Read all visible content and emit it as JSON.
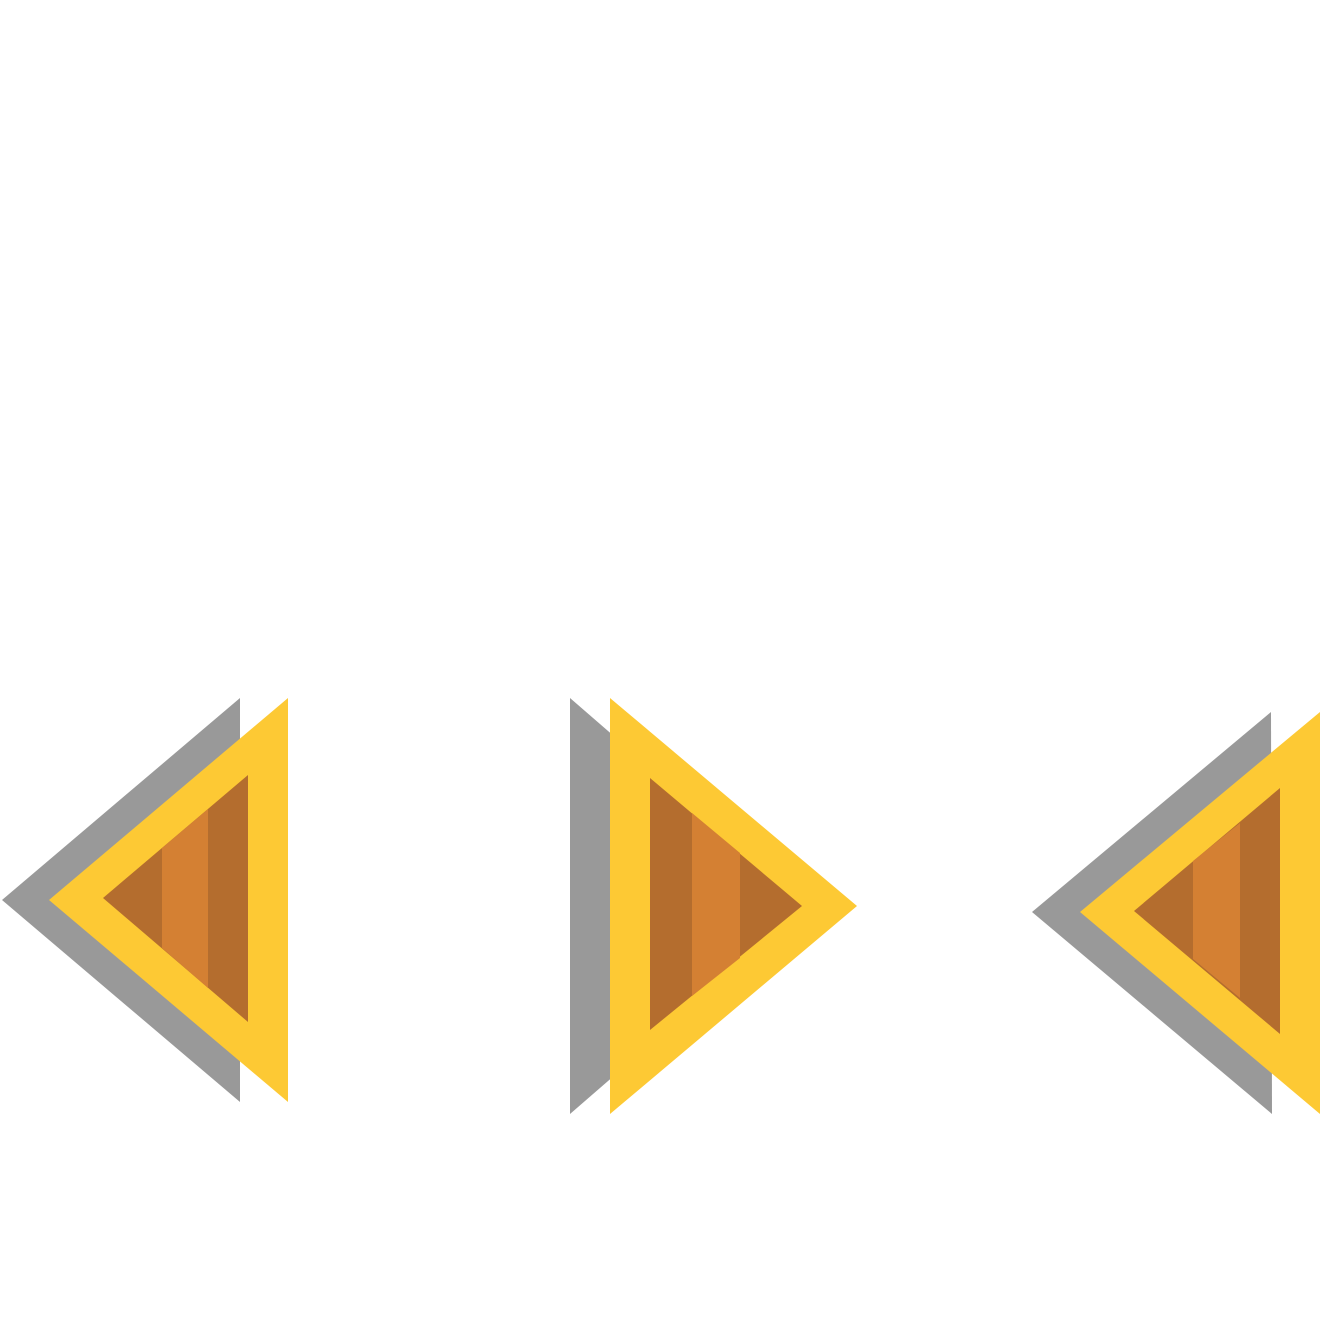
{
  "colors": {
    "background": "#ffffff",
    "shadow": "#999999",
    "outline": "#fdc934",
    "stripe_dark": "#b46d2e",
    "stripe_light": "#d48033"
  },
  "icons": [
    {
      "name": "left-arrow-icon",
      "direction": "left",
      "interactable": true
    },
    {
      "name": "right-arrow-icon",
      "direction": "right",
      "interactable": true
    },
    {
      "name": "left-arrow-icon",
      "direction": "left",
      "interactable": true
    }
  ]
}
